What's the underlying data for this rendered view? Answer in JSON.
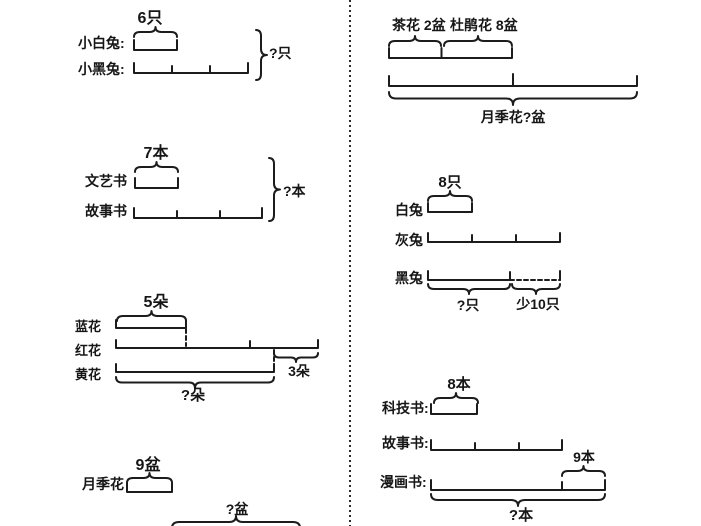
{
  "page": {
    "background": "#ffffff",
    "ink": "#1c1c1c"
  },
  "left_column": {
    "rabbits": {
      "count_label": "6只",
      "row1": "小白兔:",
      "row2": "小黑兔:",
      "total_label": "?只"
    },
    "books": {
      "count_label": "7本",
      "row1": "文艺书",
      "row2": "故事书",
      "total_label": "?本"
    },
    "flowers": {
      "count_label": "5朵",
      "row1": "蓝花",
      "row2": "红花",
      "row3": "黄花",
      "diff_label": "3朵",
      "total_label": "?朵"
    },
    "pots": {
      "count_label": "9盆",
      "row1": "月季花",
      "total_label": "?盆"
    }
  },
  "right_column": {
    "flowers": {
      "label_a": "茶花 2盆",
      "label_b": "杜鹃花 8盆",
      "total_label": "月季花?盆"
    },
    "rabbits": {
      "count_label": "8只",
      "row1": "白兔",
      "row2": "灰兔",
      "row3": "黑兔",
      "part_label": "?只",
      "diff_label": "少10只"
    },
    "books": {
      "count_label": "8本",
      "row1": "科技书:",
      "row2": "故事书:",
      "row3": "漫画书:",
      "diff_label": "9本",
      "total_label": "?本"
    }
  }
}
